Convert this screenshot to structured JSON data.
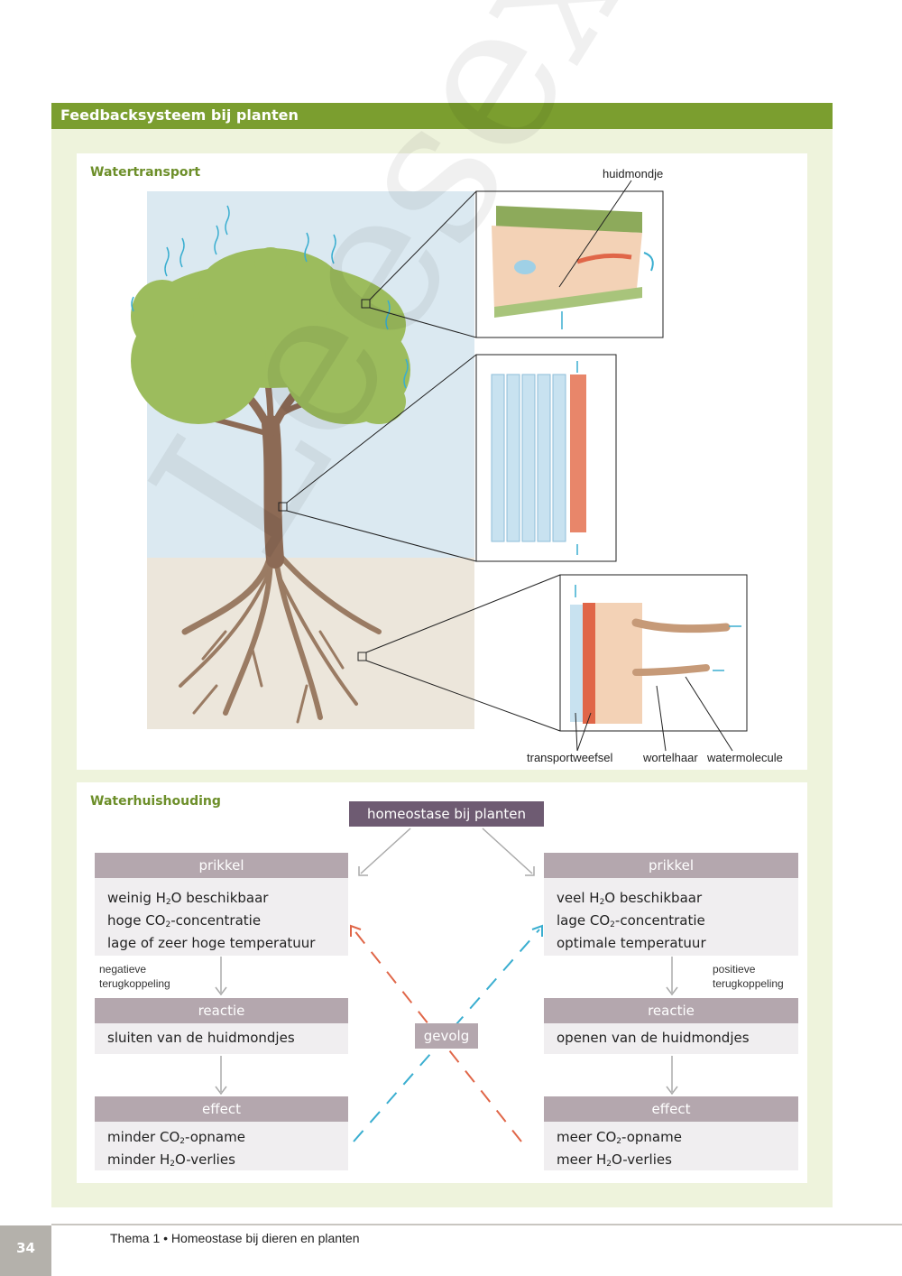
{
  "header": {
    "title": "Feedbacksysteem bij planten"
  },
  "watertransport": {
    "title": "Watertransport",
    "labels": {
      "huidmondje": "huidmondje",
      "transportweefsel": "transportweefsel",
      "wortelhaar": "wortelhaar",
      "watermolecule": "watermolecule"
    }
  },
  "waterhuishouding": {
    "title": "Waterhuishouding",
    "homeostase": "homeostase bij planten",
    "gevolg": "gevolg",
    "left": {
      "prikkel_head": "prikkel",
      "prikkel_lines": [
        "weinig H",
        "2",
        "O beschikbaar",
        "hoge CO",
        "2",
        "-concentratie",
        "lage of zeer hoge temperatuur"
      ],
      "koppeling": [
        "negatieve",
        "terugkoppeling"
      ],
      "reactie_head": "reactie",
      "reactie": "sluiten van de huidmondjes",
      "effect_head": "effect",
      "effect_lines": [
        "minder CO",
        "2",
        "-opname",
        "minder H",
        "2",
        "O-verlies"
      ]
    },
    "right": {
      "prikkel_head": "prikkel",
      "prikkel_lines": [
        "veel H",
        "2",
        "O beschikbaar",
        "lage CO",
        "2",
        "-concentratie",
        "optimale temperatuur"
      ],
      "koppeling": [
        "positieve",
        "terugkoppeling"
      ],
      "reactie_head": "reactie",
      "reactie": "openen van de huidmondjes",
      "effect_head": "effect",
      "effect_lines": [
        "meer CO",
        "2",
        "-opname",
        "meer H",
        "2",
        "O-verlies"
      ]
    }
  },
  "footer": {
    "page": "34",
    "text": "Thema 1 • Homeostase bij dieren en planten"
  },
  "watermark": "Leesexemplaar",
  "colors": {
    "accent": "#7b9e2f",
    "box_head": "#b4a7ae",
    "homeostase": "#6e5b72",
    "arrow_red": "#e06648",
    "arrow_blue": "#3aaed0"
  }
}
